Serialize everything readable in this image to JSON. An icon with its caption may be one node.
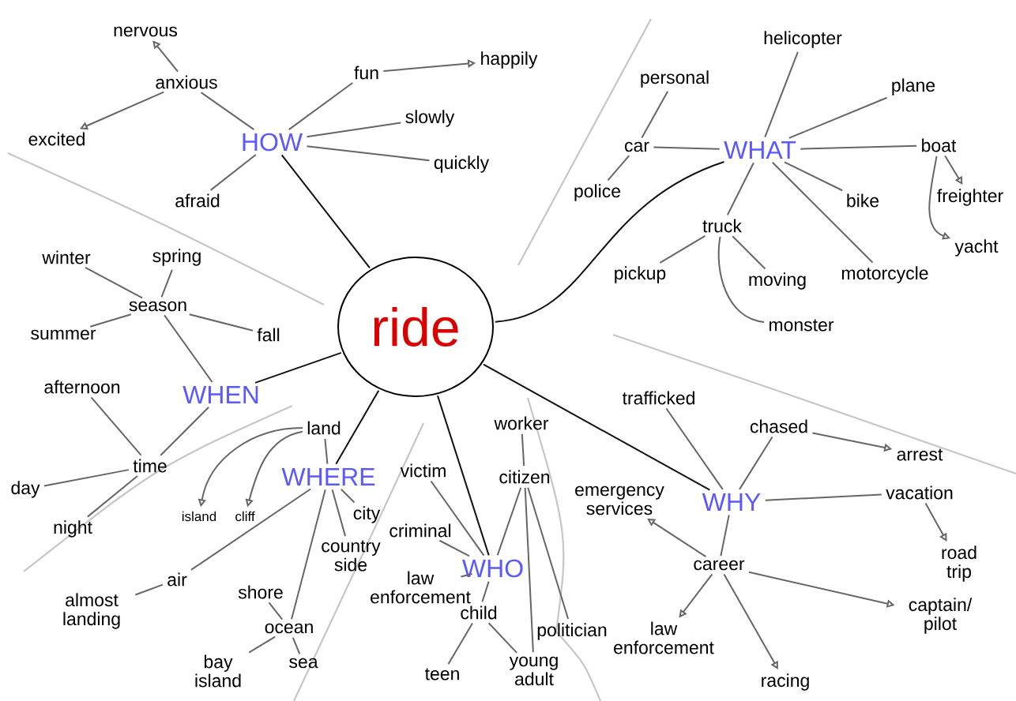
{
  "diagram": {
    "nodes": [
      {
        "text": [
          "ride"
        ]
      },
      {
        "text": [
          "HOW"
        ]
      },
      {
        "text": [
          "nervous"
        ]
      },
      {
        "text": [
          "anxious"
        ]
      },
      {
        "text": [
          "excited"
        ]
      },
      {
        "text": [
          "fun"
        ]
      },
      {
        "text": [
          "happily"
        ]
      },
      {
        "text": [
          "slowly"
        ]
      },
      {
        "text": [
          "quickly"
        ]
      },
      {
        "text": [
          "afraid"
        ]
      },
      {
        "text": [
          "WHAT"
        ]
      },
      {
        "text": [
          "helicopter"
        ]
      },
      {
        "text": [
          "personal"
        ]
      },
      {
        "text": [
          "plane"
        ]
      },
      {
        "text": [
          "car"
        ]
      },
      {
        "text": [
          "boat"
        ]
      },
      {
        "text": [
          "police"
        ]
      },
      {
        "text": [
          "bike"
        ]
      },
      {
        "text": [
          "freighter"
        ]
      },
      {
        "text": [
          "truck"
        ]
      },
      {
        "text": [
          "yacht"
        ]
      },
      {
        "text": [
          "pickup"
        ]
      },
      {
        "text": [
          "motorcycle"
        ]
      },
      {
        "text": [
          "moving"
        ]
      },
      {
        "text": [
          "monster"
        ]
      },
      {
        "text": [
          "WHEN"
        ]
      },
      {
        "text": [
          "winter"
        ]
      },
      {
        "text": [
          "spring"
        ]
      },
      {
        "text": [
          "season"
        ]
      },
      {
        "text": [
          "summer"
        ]
      },
      {
        "text": [
          "fall"
        ]
      },
      {
        "text": [
          "afternoon"
        ]
      },
      {
        "text": [
          "time"
        ]
      },
      {
        "text": [
          "day"
        ]
      },
      {
        "text": [
          "night"
        ]
      },
      {
        "text": [
          "WHERE"
        ]
      },
      {
        "text": [
          "land"
        ]
      },
      {
        "text": [
          "island"
        ]
      },
      {
        "text": [
          "cliff"
        ]
      },
      {
        "text": [
          "city"
        ]
      },
      {
        "text": [
          "country side"
        ]
      },
      {
        "text": [
          "air"
        ]
      },
      {
        "text": [
          "almost landing"
        ]
      },
      {
        "text": [
          "shore"
        ]
      },
      {
        "text": [
          "ocean"
        ]
      },
      {
        "text": [
          "bay island"
        ]
      },
      {
        "text": [
          "sea"
        ]
      },
      {
        "text": [
          "WHO"
        ]
      },
      {
        "text": [
          "victim"
        ]
      },
      {
        "text": [
          "criminal"
        ]
      },
      {
        "text": [
          "law enforcement"
        ]
      },
      {
        "text": [
          "child"
        ]
      },
      {
        "text": [
          "teen"
        ]
      },
      {
        "text": [
          "young adult"
        ]
      },
      {
        "text": [
          "citizen"
        ]
      },
      {
        "text": [
          "worker"
        ]
      },
      {
        "text": [
          "politician"
        ]
      },
      {
        "text": [
          "emergency services"
        ]
      },
      {
        "text": [
          "WHY"
        ]
      },
      {
        "text": [
          "trafficked"
        ]
      },
      {
        "text": [
          "chased"
        ]
      },
      {
        "text": [
          "arrest"
        ]
      },
      {
        "text": [
          "vacation"
        ]
      },
      {
        "text": [
          "road trip"
        ]
      },
      {
        "text": [
          "career"
        ]
      },
      {
        "text": [
          "captain/ pilot"
        ]
      },
      {
        "text": [
          "law enforcement"
        ]
      },
      {
        "text": [
          "racing"
        ]
      }
    ],
    "edges": [
      {
        "from": 0,
        "to": 1,
        "arrow": "none",
        "color": "#111111"
      },
      {
        "from": 0,
        "to": 10,
        "arrow": "none",
        "color": "#111111"
      },
      {
        "from": 0,
        "to": 25,
        "arrow": "none",
        "color": "#111111"
      },
      {
        "from": 0,
        "to": 35,
        "arrow": "none",
        "color": "#111111"
      },
      {
        "from": 0,
        "to": 47,
        "arrow": "none",
        "color": "#111111"
      },
      {
        "from": 0,
        "to": 58,
        "arrow": "none",
        "color": "#111111"
      },
      {
        "from": 1,
        "to": 3,
        "arrow": "none"
      },
      {
        "from": 3,
        "to": 2,
        "arrow": "to"
      },
      {
        "from": 3,
        "to": 4,
        "arrow": "to"
      },
      {
        "from": 1,
        "to": 5,
        "arrow": "none"
      },
      {
        "from": 5,
        "to": 6,
        "arrow": "to"
      },
      {
        "from": 1,
        "to": 7,
        "arrow": "none"
      },
      {
        "from": 1,
        "to": 8,
        "arrow": "none"
      },
      {
        "from": 1,
        "to": 9,
        "arrow": "none"
      },
      {
        "from": 10,
        "to": 11,
        "arrow": "none"
      },
      {
        "from": 14,
        "to": 12,
        "arrow": "none"
      },
      {
        "from": 10,
        "to": 14,
        "arrow": "none"
      },
      {
        "from": 14,
        "to": 16,
        "arrow": "none"
      },
      {
        "from": 10,
        "to": 13,
        "arrow": "none"
      },
      {
        "from": 10,
        "to": 15,
        "arrow": "none"
      },
      {
        "from": 15,
        "to": 18,
        "arrow": "to"
      },
      {
        "from": 15,
        "to": 20,
        "arrow": "to"
      },
      {
        "from": 10,
        "to": 17,
        "arrow": "none"
      },
      {
        "from": 10,
        "to": 22,
        "arrow": "none"
      },
      {
        "from": 10,
        "to": 19,
        "arrow": "none"
      },
      {
        "from": 19,
        "to": 21,
        "arrow": "none"
      },
      {
        "from": 19,
        "to": 23,
        "arrow": "none"
      },
      {
        "from": 19,
        "to": 24,
        "arrow": "none"
      },
      {
        "from": 25,
        "to": 28,
        "arrow": "none"
      },
      {
        "from": 28,
        "to": 26,
        "arrow": "none"
      },
      {
        "from": 28,
        "to": 27,
        "arrow": "none"
      },
      {
        "from": 28,
        "to": 29,
        "arrow": "none"
      },
      {
        "from": 28,
        "to": 30,
        "arrow": "none"
      },
      {
        "from": 25,
        "to": 32,
        "arrow": "none"
      },
      {
        "from": 32,
        "to": 31,
        "arrow": "none"
      },
      {
        "from": 32,
        "to": 33,
        "arrow": "none"
      },
      {
        "from": 32,
        "to": 34,
        "arrow": "none"
      },
      {
        "from": 35,
        "to": 36,
        "arrow": "none"
      },
      {
        "from": 36,
        "to": 37,
        "arrow": "to"
      },
      {
        "from": 36,
        "to": 38,
        "arrow": "to"
      },
      {
        "from": 35,
        "to": 39,
        "arrow": "none"
      },
      {
        "from": 35,
        "to": 40,
        "arrow": "none"
      },
      {
        "from": 35,
        "to": 41,
        "arrow": "none"
      },
      {
        "from": 41,
        "to": 42,
        "arrow": "none"
      },
      {
        "from": 35,
        "to": 44,
        "arrow": "none"
      },
      {
        "from": 44,
        "to": 43,
        "arrow": "none"
      },
      {
        "from": 44,
        "to": 45,
        "arrow": "none"
      },
      {
        "from": 44,
        "to": 46,
        "arrow": "none"
      },
      {
        "from": 47,
        "to": 48,
        "arrow": "none"
      },
      {
        "from": 47,
        "to": 49,
        "arrow": "none"
      },
      {
        "from": 47,
        "to": 50,
        "arrow": "none"
      },
      {
        "from": 47,
        "to": 51,
        "arrow": "none"
      },
      {
        "from": 51,
        "to": 52,
        "arrow": "none"
      },
      {
        "from": 51,
        "to": 53,
        "arrow": "none"
      },
      {
        "from": 47,
        "to": 54,
        "arrow": "none"
      },
      {
        "from": 54,
        "to": 55,
        "arrow": "none"
      },
      {
        "from": 54,
        "to": 53,
        "arrow": "none"
      },
      {
        "from": 54,
        "to": 56,
        "arrow": "none"
      },
      {
        "from": 58,
        "to": 59,
        "arrow": "none"
      },
      {
        "from": 58,
        "to": 60,
        "arrow": "none"
      },
      {
        "from": 60,
        "to": 61,
        "arrow": "to"
      },
      {
        "from": 58,
        "to": 62,
        "arrow": "none"
      },
      {
        "from": 62,
        "to": 63,
        "arrow": "to"
      },
      {
        "from": 58,
        "to": 64,
        "arrow": "none"
      },
      {
        "from": 64,
        "to": 57,
        "arrow": "to"
      },
      {
        "from": 64,
        "to": 65,
        "arrow": "to"
      },
      {
        "from": 64,
        "to": 66,
        "arrow": "to"
      },
      {
        "from": 64,
        "to": 67,
        "arrow": "to"
      }
    ]
  }
}
